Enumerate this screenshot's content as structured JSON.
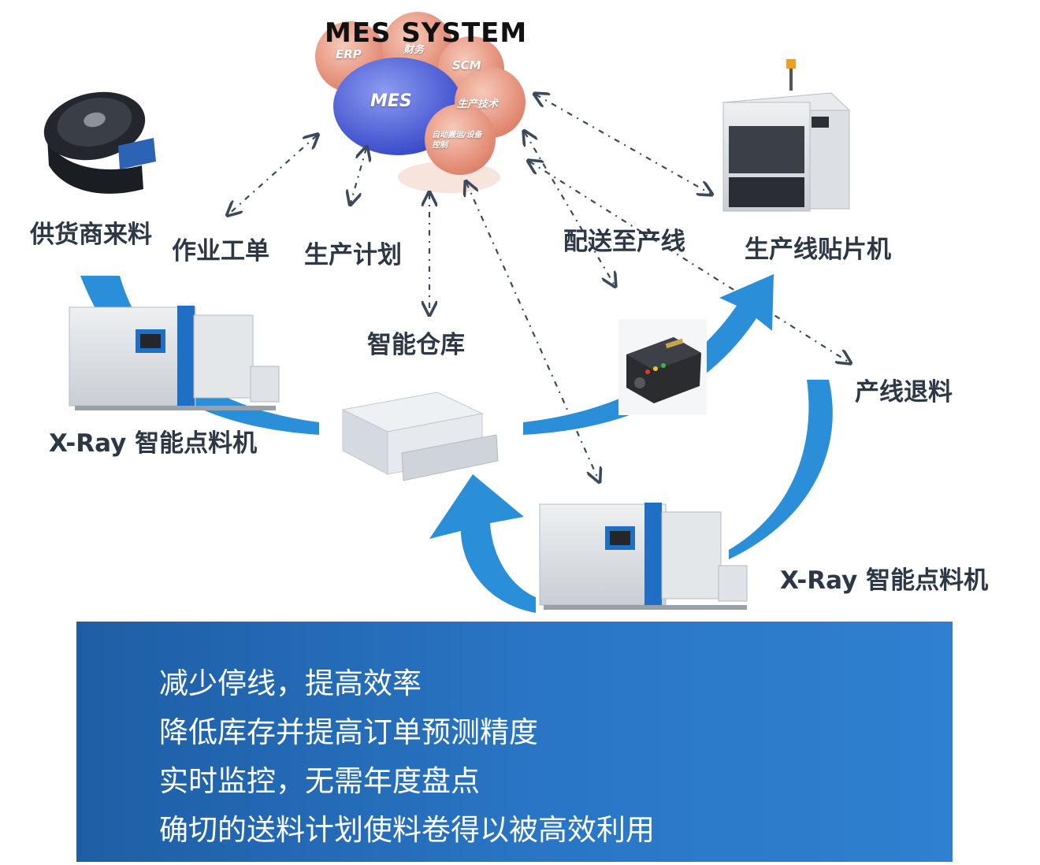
{
  "mes": {
    "title": "MES SYSTEM",
    "circles": [
      "ERP",
      "财务",
      "SCM",
      "MES",
      "生产技术",
      "自动搬运/设备控制"
    ]
  },
  "labels": {
    "supplier": "供货商来料",
    "work_order": "作业工单",
    "production_plan": "生产计划",
    "smart_warehouse": "智能仓库",
    "delivery": "配送至产线",
    "placement_machine": "生产线贴片机",
    "return_material": "产线退料",
    "xray_left": "X-Ray 智能点料机",
    "xray_right": "X-Ray 智能点料机"
  },
  "benefits": [
    "减少停线，提高效率",
    "降低库存并提高订单预测精度",
    "实时监控，无需年度盘点",
    "确切的送料计划使料卷得以被高效利用"
  ],
  "colors": {
    "flow_arrow": "#2a8fd8",
    "panel": "#2a76c6",
    "mes_blue": "#4a5fd8",
    "mes_pink": "#e8907c",
    "label_text": "#2c3846"
  }
}
